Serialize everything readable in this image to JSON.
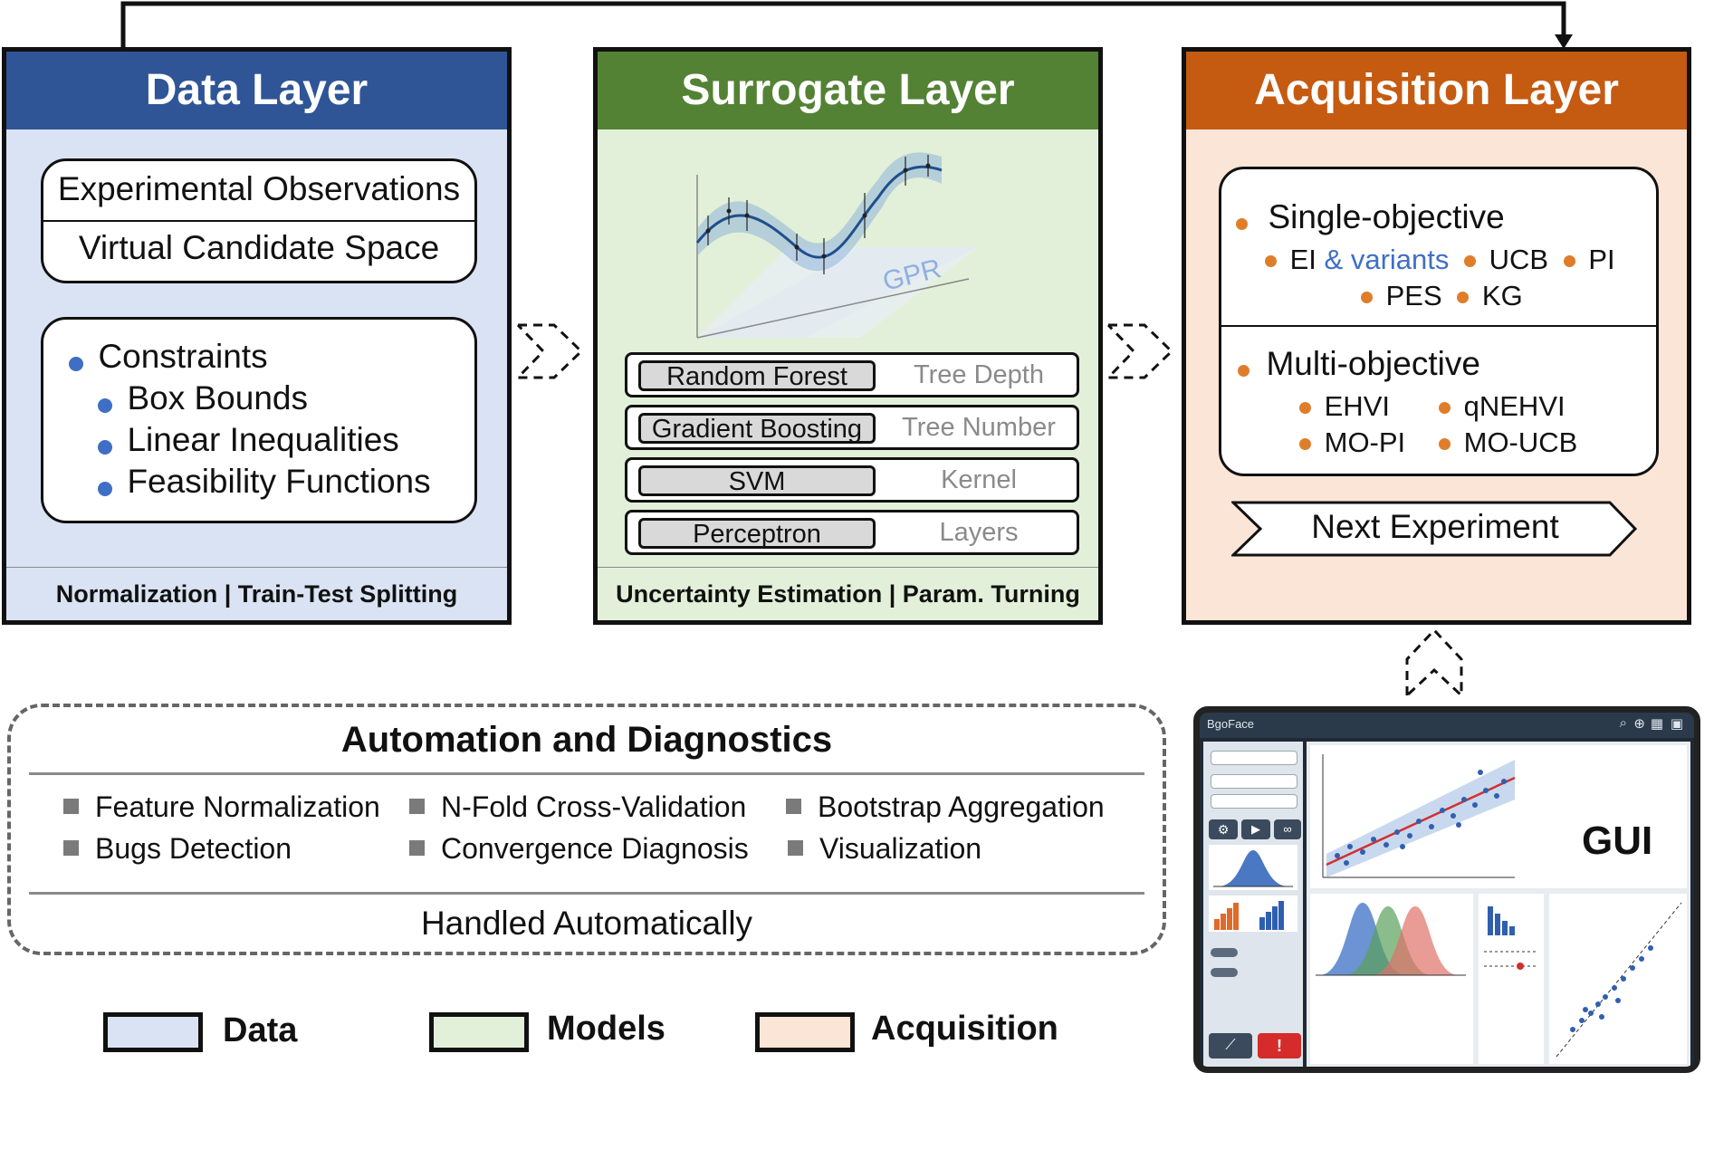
{
  "data_layer": {
    "title": "Data Layer",
    "inputs": [
      "Experimental Observations",
      "Virtual Candidate Space"
    ],
    "constraints_title": "Constraints",
    "constraints": [
      "Box Bounds",
      "Linear Inequalities",
      "Feasibility Functions"
    ],
    "footer": "Normalization | Train-Test Splitting",
    "color": "#2f5597"
  },
  "surrogate_layer": {
    "title": "Surrogate Layer",
    "plot_label": "GPR",
    "models": [
      {
        "name": "Random Forest",
        "param": "Tree Depth"
      },
      {
        "name": "Gradient Boosting",
        "param": "Tree Number"
      },
      {
        "name": "SVM",
        "param": "Kernel"
      },
      {
        "name": "Perceptron",
        "param": "Layers"
      }
    ],
    "footer": "Uncertainty Estimation | Param. Turning",
    "color": "#548235"
  },
  "acquisition_layer": {
    "title": "Acquisition Layer",
    "single_title": "Single-objective",
    "single_items": [
      "EI",
      "& variants",
      "UCB",
      "PI",
      "PES",
      "KG"
    ],
    "multi_title": "Multi-objective",
    "multi_items": [
      "EHVI",
      "qNEHVI",
      "MO-PI",
      "MO-UCB"
    ],
    "next": "Next Experiment",
    "color": "#c55a11"
  },
  "automation": {
    "title": "Automation and Diagnostics",
    "items": [
      "Feature Normalization",
      "N-Fold Cross-Validation",
      "Bootstrap Aggregation",
      "Bugs Detection",
      "Convergence Diagnosis",
      "Visualization"
    ],
    "footer": "Handled Automatically"
  },
  "legend": [
    {
      "label": "Data",
      "color": "#dae3f3"
    },
    {
      "label": "Models",
      "color": "#e2f0d9"
    },
    {
      "label": "Acquisition",
      "color": "#fbe5d6"
    }
  ],
  "gui": {
    "app_title": "BgoFace",
    "label": "GUI"
  }
}
